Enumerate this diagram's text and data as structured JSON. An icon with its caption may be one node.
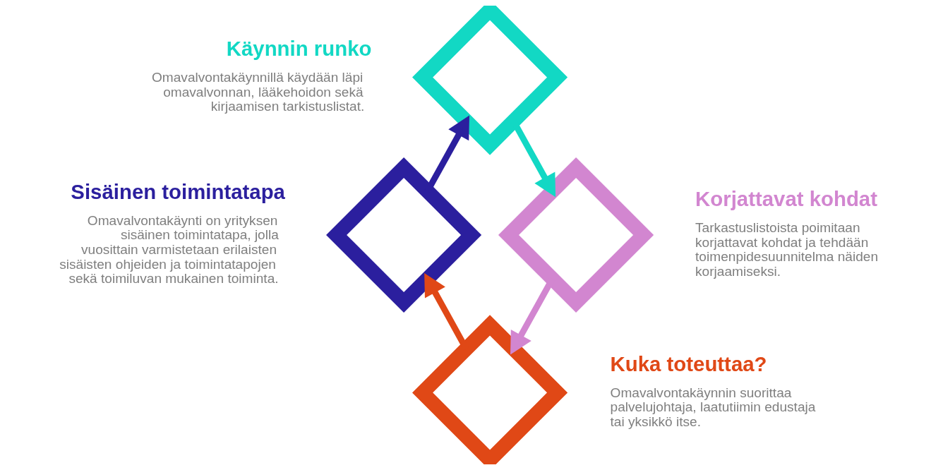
{
  "diagram": {
    "nodes": [
      {
        "text": [],
        "shape": "diamond",
        "beside": [
          "Käynnin runko",
          "Omavalvontakäynnillä käydään läpi omavalvonnan, lääkehoidon sekä kirjaamisen tarkistuslistat."
        ]
      },
      {
        "text": [],
        "shape": "diamond",
        "beside": [
          "Sisäinen toimintatapa",
          "Omavalvontakäynti on yrityksen sisäinen toimintatapa, jolla vuosittain varmistetaan erilaisten sisäisten ohjeiden ja toimintatapojen sekä toimiluvan mukainen toiminta."
        ]
      },
      {
        "text": [],
        "shape": "diamond",
        "beside": [
          "Korjattavat kohdat",
          "Tarkastuslistoista poimitaan korjattavat kohdat ja tehdään toimenpidesuunnitelma näiden korjaamiseksi."
        ]
      },
      {
        "text": [],
        "shape": "diamond",
        "beside": [
          "Kuka toteuttaa?",
          "Omavalvontakäynnin suorittaa palvelujohtaja, laatutiimin edustaja tai yksikkö itse."
        ]
      }
    ],
    "edges": [
      {
        "from": 0,
        "to": 2,
        "arrow": "to",
        "color": "#12d8c4"
      },
      {
        "from": 2,
        "to": 3,
        "arrow": "to",
        "color": "#d286d0"
      },
      {
        "from": 3,
        "to": 1,
        "arrow": "to",
        "color": "#e04816"
      },
      {
        "from": 1,
        "to": 0,
        "arrow": "to",
        "color": "#2b1f9e"
      }
    ]
  }
}
